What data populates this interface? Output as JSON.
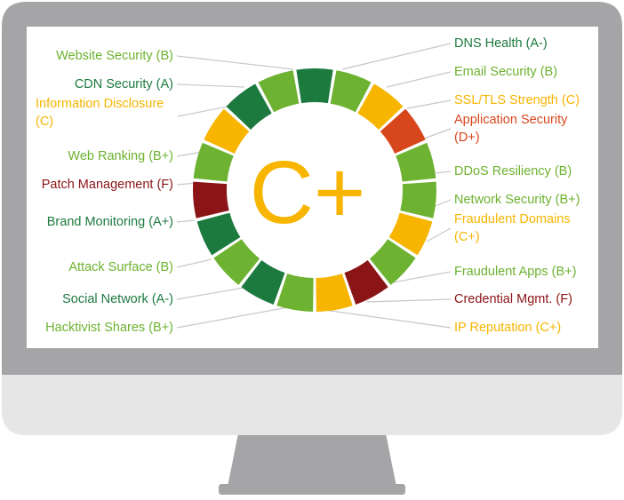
{
  "overall_grade": "C+",
  "colors": {
    "dark_green": "#1d7a3f",
    "light_green": "#6db230",
    "yellow": "#f7b500",
    "orange": "#d8461c",
    "dark_red": "#8b1416",
    "bezel": "#a5a5a7",
    "chin": "#e6e6e6"
  },
  "left_labels": [
    {
      "text": "Website Security (B)",
      "color": "#6db230"
    },
    {
      "text": "CDN Security (A)",
      "color": "#1d7a3f"
    },
    {
      "line1": "Information Disclosure",
      "line2": "(C)",
      "color": "#f7b500"
    },
    {
      "text": "Web Ranking (B+)",
      "color": "#6db230"
    },
    {
      "text": "Patch Management (F)",
      "color": "#8b1416"
    },
    {
      "text": "Brand Monitoring (A+)",
      "color": "#1d7a3f"
    },
    {
      "text": "Attack Surface (B)",
      "color": "#6db230"
    },
    {
      "text": "Social Network (A-)",
      "color": "#1d7a3f"
    },
    {
      "text": "Hacktivist Shares (B+)",
      "color": "#6db230"
    }
  ],
  "right_labels": [
    {
      "text": "DNS Health (A-)",
      "color": "#1d7a3f"
    },
    {
      "text": "Email Security (B)",
      "color": "#6db230"
    },
    {
      "text": "SSL/TLS Strength (C)",
      "color": "#f7b500"
    },
    {
      "line1": "Application Security",
      "line2": "(D+)",
      "color": "#d8461c"
    },
    {
      "text": "DDoS Resiliency (B)",
      "color": "#6db230"
    },
    {
      "text": "Network Security (B+)",
      "color": "#6db230"
    },
    {
      "line1": "Fraudulent Domains",
      "line2": "(C+)",
      "color": "#f7b500"
    },
    {
      "text": "Fraudulent Apps (B+)",
      "color": "#6db230"
    },
    {
      "text": "Credential Mgmt. (F)",
      "color": "#8b1416"
    },
    {
      "text": "IP Reputation (C+)",
      "color": "#f7b500"
    }
  ],
  "segments": [
    {
      "name": "dns-health",
      "grade": "A-",
      "color": "#1d7a3f"
    },
    {
      "name": "email-security",
      "grade": "B",
      "color": "#6db230"
    },
    {
      "name": "ssl-tls-strength",
      "grade": "C",
      "color": "#f7b500"
    },
    {
      "name": "application-security",
      "grade": "D+",
      "color": "#d8461c"
    },
    {
      "name": "ddos-resiliency",
      "grade": "B",
      "color": "#6db230"
    },
    {
      "name": "network-security",
      "grade": "B+",
      "color": "#6db230"
    },
    {
      "name": "fraudulent-domains",
      "grade": "C+",
      "color": "#f7b500"
    },
    {
      "name": "fraudulent-apps",
      "grade": "B+",
      "color": "#6db230"
    },
    {
      "name": "credential-mgmt",
      "grade": "F",
      "color": "#8b1416"
    },
    {
      "name": "ip-reputation",
      "grade": "C+",
      "color": "#f7b500"
    },
    {
      "name": "hacktivist-shares",
      "grade": "B+",
      "color": "#6db230"
    },
    {
      "name": "social-network",
      "grade": "A-",
      "color": "#1d7a3f"
    },
    {
      "name": "attack-surface",
      "grade": "B",
      "color": "#6db230"
    },
    {
      "name": "brand-monitoring",
      "grade": "A+",
      "color": "#1d7a3f"
    },
    {
      "name": "patch-management",
      "grade": "F",
      "color": "#8b1416"
    },
    {
      "name": "web-ranking",
      "grade": "B+",
      "color": "#6db230"
    },
    {
      "name": "information-disclosure",
      "grade": "C",
      "color": "#f7b500"
    },
    {
      "name": "cdn-security",
      "grade": "A",
      "color": "#1d7a3f"
    },
    {
      "name": "website-security",
      "grade": "B",
      "color": "#6db230"
    }
  ]
}
